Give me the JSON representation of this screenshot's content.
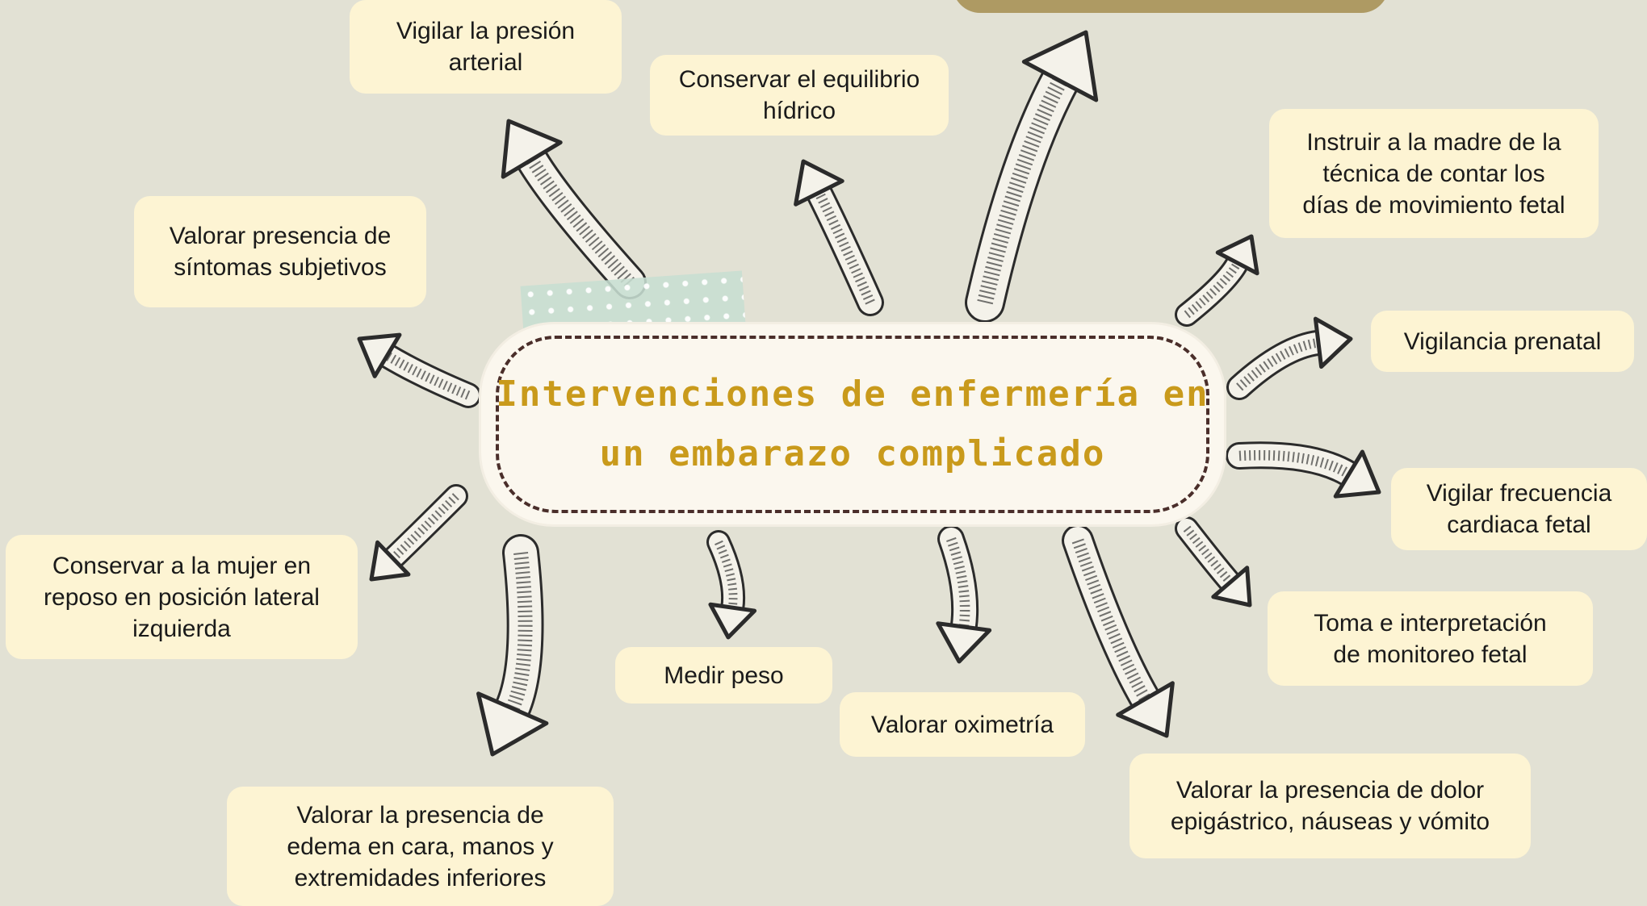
{
  "center_title": "Intervenciones de enfermería en\nun embarazo complicado",
  "nodes": [
    {
      "id": "presion",
      "text": "Vigilar la presión\narterial"
    },
    {
      "id": "hidrico",
      "text": "Conservar el equilibrio\nhídrico"
    },
    {
      "id": "instruir",
      "text": "Instruir a la madre de la\ntécnica de contar los\ndías de movimiento fetal"
    },
    {
      "id": "sintomas",
      "text": "Valorar presencia de\nsíntomas subjetivos"
    },
    {
      "id": "prenatal",
      "text": "Vigilancia prenatal"
    },
    {
      "id": "cardiaca",
      "text": "Vigilar frecuencia\ncardiaca fetal"
    },
    {
      "id": "reposo",
      "text": "Conservar a la mujer en\nreposo en posición lateral\nizquierda"
    },
    {
      "id": "monitoreo",
      "text": "Toma e interpretación\nde monitoreo fetal"
    },
    {
      "id": "peso",
      "text": "Medir peso"
    },
    {
      "id": "oximetria",
      "text": "Valorar oximetría"
    },
    {
      "id": "epigastrico",
      "text": "Valorar la presencia de dolor\nepigástrico, náuseas y vómito"
    },
    {
      "id": "edema",
      "text": "Valorar la presencia de\nedema en cara, manos y\nextremidades inferiores"
    }
  ],
  "colors": {
    "background": "#e2e1d4",
    "note_fill": "#fdf4d3",
    "title_color": "#c99a1b",
    "banner": "#ae9a63",
    "tape": "#c7ded2",
    "arrow_stroke": "#2b2b2b"
  },
  "icons": {
    "arrow": "hand-drawn-arrow-icon"
  }
}
